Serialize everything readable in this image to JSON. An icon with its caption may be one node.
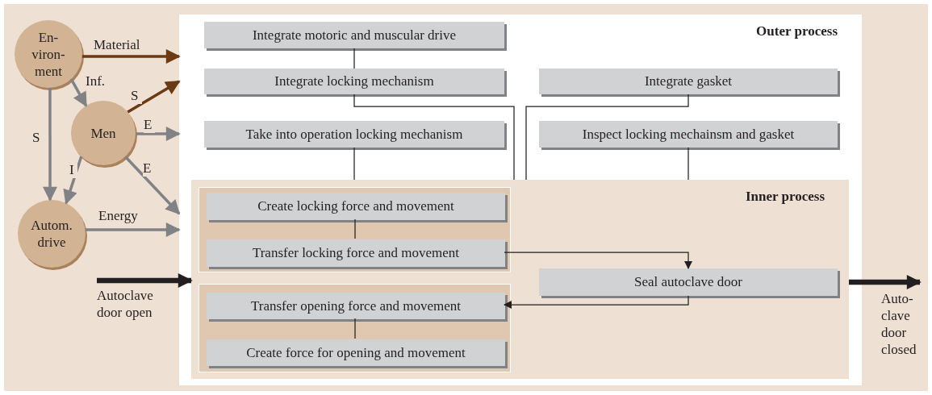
{
  "diagram": {
    "nodes": [
      {
        "text": [
          "En- viron- ment"
        ]
      },
      {
        "text": [
          "Men"
        ]
      },
      {
        "text": [
          "Autom. drive"
        ]
      },
      {
        "text": [
          "Outer process"
        ]
      },
      {
        "text": [
          "Integrate motoric and muscular drive"
        ],
        "in": 3
      },
      {
        "text": [
          "Integrate locking mechanism"
        ],
        "in": 3
      },
      {
        "text": [
          "Integrate gasket"
        ],
        "in": 3
      },
      {
        "text": [
          "Take into operation locking mechanism"
        ],
        "in": 3
      },
      {
        "text": [
          "Inspect locking mechainsm and gasket"
        ],
        "in": 3
      },
      {
        "text": [
          "Inner process"
        ],
        "in": 3
      },
      {
        "text": [],
        "shape": "box",
        "in": 9
      },
      {
        "text": [
          "Create locking force and movement"
        ],
        "in": 10
      },
      {
        "text": [
          "Transfer locking force and movement"
        ],
        "in": 10
      },
      {
        "text": [],
        "shape": "box",
        "in": 9
      },
      {
        "text": [
          "Transfer opening force and movement"
        ],
        "in": 13
      },
      {
        "text": [
          "Create force for opening and movement"
        ],
        "in": 13
      },
      {
        "text": [
          "Seal autoclave door"
        ],
        "in": 9
      }
    ],
    "edges": [
      {
        "from": 0,
        "to": 3,
        "arrow": "to",
        "label": "Material",
        "color": "#6b3a12"
      },
      {
        "from": 0,
        "to": 1,
        "arrow": "to",
        "label": "Inf.",
        "color": "#808285"
      },
      {
        "from": 0,
        "to": 2,
        "arrow": "to",
        "label": "S",
        "color": "#808285"
      },
      {
        "from": 1,
        "to": 3,
        "arrow": "to",
        "label": "S",
        "color": "#6b3a12"
      },
      {
        "from": 1,
        "to": 3,
        "arrow": "to",
        "label": "E",
        "color": "#808285"
      },
      {
        "from": 1,
        "to": 2,
        "arrow": "to",
        "label": "I",
        "color": "#808285"
      },
      {
        "from": 1,
        "to": 3,
        "arrow": "to",
        "label": "E",
        "color": "#808285"
      },
      {
        "from": 2,
        "to": 3,
        "arrow": "to",
        "label": "Energy",
        "color": "#808285"
      },
      {
        "from": null,
        "to": 9,
        "arrow": "to",
        "label": "Autoclave door open",
        "style": "thick"
      },
      {
        "from": 9,
        "to": null,
        "arrow": "to",
        "label": "Auto- clave door closed",
        "style": "thick"
      },
      {
        "from": 4,
        "to": 5,
        "arrow": "none"
      },
      {
        "from": 5,
        "to": 9,
        "arrow": "none"
      },
      {
        "from": 6,
        "to": 9,
        "arrow": "none"
      },
      {
        "from": 7,
        "to": 9,
        "arrow": "none"
      },
      {
        "from": 8,
        "to": 9,
        "arrow": "none"
      },
      {
        "from": 11,
        "to": 12,
        "arrow": "none"
      },
      {
        "from": 12,
        "to": 16,
        "arrow": "to"
      },
      {
        "from": 16,
        "to": 14,
        "arrow": "to"
      },
      {
        "from": 14,
        "to": 15,
        "arrow": "none"
      }
    ]
  }
}
